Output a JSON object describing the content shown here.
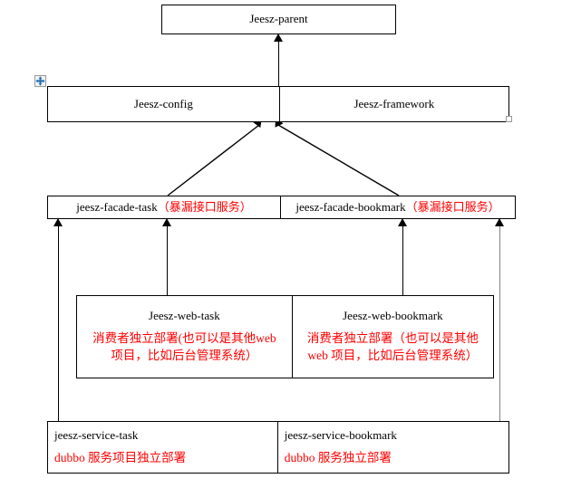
{
  "diagram": {
    "title": "Jeesz module architecture diagram",
    "colors": {
      "box_border": "#000000",
      "note_text": "#ff0000",
      "title_text": "#000000",
      "handle_border": "#9a9a9a",
      "move_icon": "#1f6fb4",
      "grey_line": "#7f7f7f"
    },
    "nodes": {
      "parent": {
        "label": "Jeesz-parent"
      },
      "config": {
        "label": "Jeesz-config"
      },
      "framework": {
        "label": "Jeesz-framework"
      },
      "facade_task": {
        "label": "jeesz-facade-task",
        "note": "（暴漏接口服务）"
      },
      "facade_bookmark": {
        "label": "jeesz-facade-bookmark",
        "note": "（暴漏接口服务）"
      },
      "web_task": {
        "label": "Jeesz-web-task",
        "note_line1": "消费者独立部署(也可以是其他web",
        "note_line2": "项目，比如后台管理系统）"
      },
      "web_bookmark": {
        "label": "Jeesz-web-bookmark",
        "note_line1": "消费者独立部署（也可以是其他",
        "note_line2": "web 项目，比如后台管理系统）"
      },
      "service_task": {
        "label": "jeesz-service-task",
        "note": "dubbo 服务项目独立部署"
      },
      "service_bookmark": {
        "label": "jeesz-service-bookmark",
        "note": "dubbo 服务独立部署"
      }
    },
    "handles": {
      "move_handle": "table-move-handle",
      "resize_handle": "table-resize-handle"
    }
  }
}
